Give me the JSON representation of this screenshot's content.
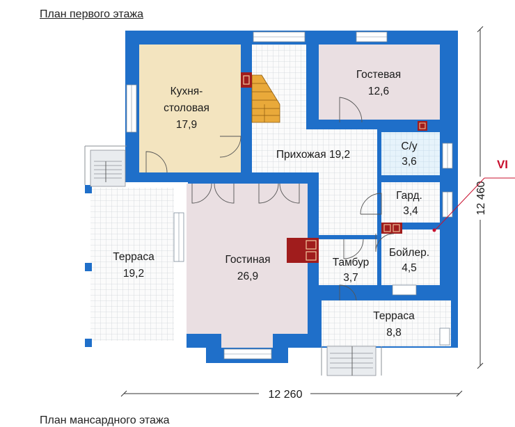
{
  "header": {
    "title": "План первого этажа",
    "next_title": "План мансардного этажа"
  },
  "rooms": {
    "kitchen": {
      "name_line1": "Кухня-",
      "name_line2": "столовая",
      "area": "17,9"
    },
    "guest": {
      "name": "Гостевая",
      "area": "12,6"
    },
    "hall": {
      "label": "Прихожая 19,2"
    },
    "wc": {
      "name": "С/у",
      "area": "3,6"
    },
    "wardrobe": {
      "name": "Гард.",
      "area": "3,4"
    },
    "boiler": {
      "name": "Бойлер.",
      "area": "4,5"
    },
    "vestibule": {
      "name": "Тамбур",
      "area": "3,7"
    },
    "living": {
      "name": "Гостиная",
      "area": "26,9"
    },
    "terrace_left": {
      "name": "Терраса",
      "area": "19,2"
    },
    "terrace_right": {
      "name": "Терраса",
      "area": "8,8"
    }
  },
  "dimensions": {
    "width": "12 260",
    "height": "12 460"
  },
  "section_mark": "VI",
  "colors": {
    "wall": "#1f6fc9",
    "kitchen_fill": "#f3e4bf",
    "guest_fill": "#eadfe2",
    "living_fill": "#eadfe2",
    "wc_fill": "#d9ecf6",
    "tile_fill": "#fafafa",
    "grid_line": "#cfd3d9",
    "stair": "#e9a93a",
    "chimney": "#a01c1c",
    "mark": "#c8102e"
  }
}
